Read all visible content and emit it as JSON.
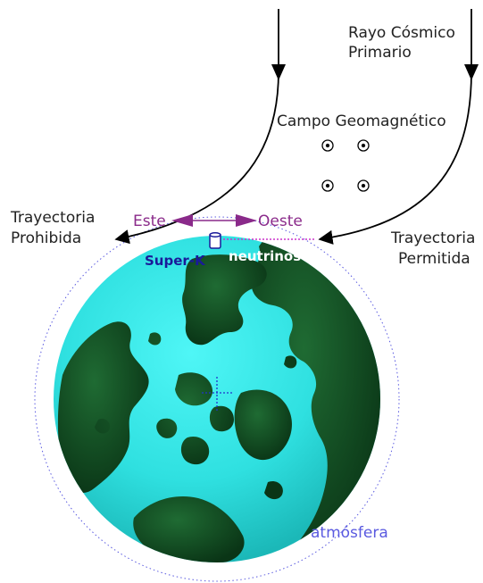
{
  "labels": {
    "primary_ray": [
      "Rayo Cósmico",
      "Primario"
    ],
    "geomagnetic_field": "Campo Geomagnético",
    "forbidden_trajectory": [
      "Trayectoria",
      "Prohibida"
    ],
    "allowed_trajectory": [
      "Trayectoria",
      "Permitida"
    ],
    "east": "Este",
    "west": "Oeste",
    "detector": "Super-K",
    "neutrinos": "neutrinos",
    "atmosphere": "atmósfera"
  },
  "colors": {
    "ocean": "#2fe4e4",
    "land": "#0f4a1f",
    "direction_arrow": "#8a2a8a",
    "detector": "#1a1a9a",
    "atmosphere": "#5a5ae0",
    "neutrino_path": "#cc33cc"
  },
  "field_symbols": {
    "count": 4,
    "meaning": "field pointing out of page"
  }
}
